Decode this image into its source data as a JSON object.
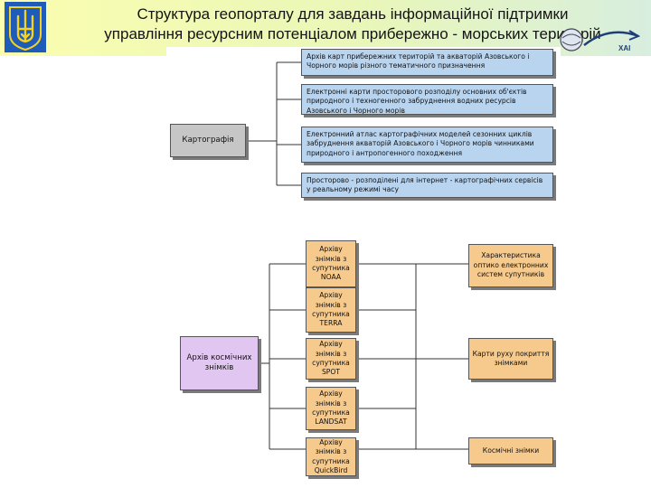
{
  "header": {
    "title_line1": "Структура геопорталу для завдань інформаційної підтримки",
    "title_line2": "управління ресурсним потенціалом прибережно - морських територій"
  },
  "logo": {
    "text": "ХАІ"
  },
  "diagram": {
    "cartography": {
      "label": "Картографія",
      "children": [
        "Архів карт прибережних територій та акваторій Азовського і Чорного морів різного тематичного призначення",
        "Електронні карти просторового розподілу основних об'єктів природного і техногенного забруднення водних ресурсів Азовського і Чорного морів",
        "Електронний атлас картографічних моделей сезонних циклів забруднення акваторій Азовського і Чорного морів чинниками природного і антропогенного походження",
        "Просторово - розподілені для інтернет - картографічних сервісів у реальному режимі часу"
      ]
    },
    "space_imagery": {
      "label": "Архів космічних знімків",
      "archives": [
        "Архіву знімків з супутника NOAA",
        "Архіву знімків з супутника TERRA",
        "Архіву знімків з супутника SPOT",
        "Архіву знімків з супутника LANDSAT",
        "Архіву знімків з супутника QuickBird"
      ],
      "details": [
        "Характеристика оптико електронних систем супутників",
        "Карти руху покриття знімками",
        "Космічні знімки"
      ]
    }
  },
  "colors": {
    "blue_box": "#b9d4ef",
    "orange_box": "#f6c98c",
    "gray_box": "#c6c6c6",
    "violet_box": "#e1c6f1",
    "banner": "#fbfdb0"
  }
}
